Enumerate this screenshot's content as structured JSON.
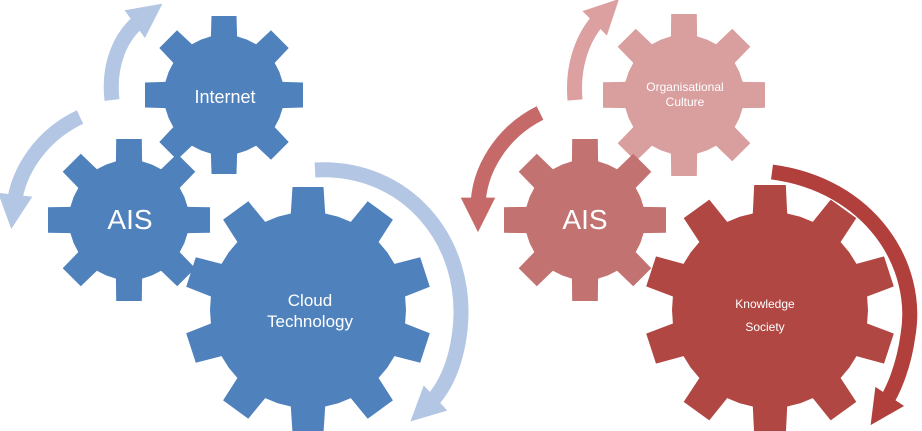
{
  "colors": {
    "blue_gear": "#4f81bd",
    "blue_arrow": "#b3c6e3",
    "red_gear_light": "#d99e9e",
    "red_gear_mid": "#c27270",
    "red_gear_dark": "#b04743",
    "red_arrow_light": "#dca0a0",
    "red_arrow_mid": "#c56a69",
    "red_arrow_dark": "#b13f3c"
  },
  "left_diagram": {
    "gears": [
      {
        "id": "internet",
        "label": "Internet"
      },
      {
        "id": "ais",
        "label": "AIS"
      },
      {
        "id": "cloud",
        "label_line1": "Cloud",
        "label_line2": "Technology"
      }
    ]
  },
  "right_diagram": {
    "gears": [
      {
        "id": "culture",
        "label_line1": "Organisational",
        "label_line2": "Culture"
      },
      {
        "id": "ais",
        "label": "AIS"
      },
      {
        "id": "knowledge",
        "label_line1": "Knowledge",
        "label_line2": "Society"
      }
    ]
  }
}
